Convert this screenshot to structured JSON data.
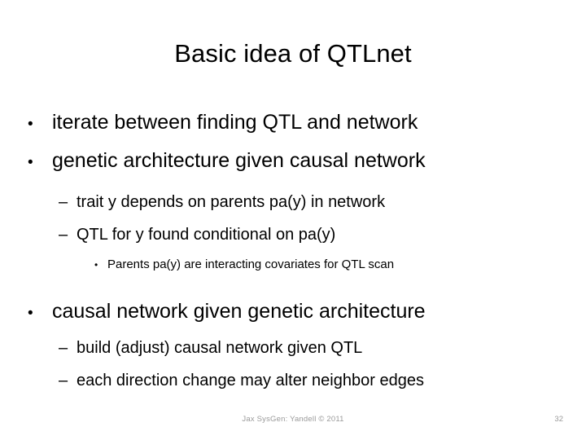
{
  "slide": {
    "title": "Basic idea of QTLnet",
    "background_color": "#ffffff",
    "text_color": "#000000",
    "footer_color": "#9a9a9a"
  },
  "markers": {
    "level1": "•",
    "level2": "–",
    "level3": "•"
  },
  "bullets": [
    {
      "level": 1,
      "text": "iterate between finding QTL and network"
    },
    {
      "level": 1,
      "text": "genetic architecture given causal network"
    },
    {
      "level": 2,
      "text": "trait y depends on parents pa(y) in network"
    },
    {
      "level": 2,
      "text": "QTL for y found conditional on pa(y)"
    },
    {
      "level": 3,
      "text": "Parents pa(y) are interacting covariates for QTL scan"
    },
    {
      "level": 1,
      "text": "causal network given genetic architecture"
    },
    {
      "level": 2,
      "text": "build (adjust) causal network given QTL"
    },
    {
      "level": 2,
      "text": "each direction change may alter neighbor edges"
    }
  ],
  "footer": {
    "note": "Jax SysGen: Yandell © 2011",
    "page_number": "32"
  }
}
